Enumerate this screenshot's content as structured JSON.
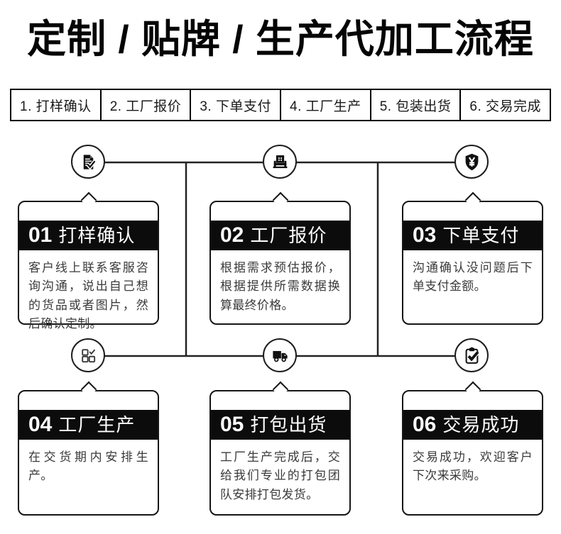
{
  "page": {
    "title": "定制 / 贴牌 / 生产代加工流程"
  },
  "steps_bar": {
    "items": [
      "1. 打样确认",
      "2. 工厂报价",
      "3. 下单支付",
      "4. 工厂生产",
      "5. 包装出货",
      "6. 交易完成"
    ]
  },
  "cards": [
    {
      "number": "01",
      "title": "打样确认",
      "desc": "客户线上联系客服咨询沟通，说出自己想的货品或者图片，然后确认定制。",
      "icon": "document-check-icon"
    },
    {
      "number": "02",
      "title": "工厂报价",
      "desc": "根据需求预估报价，根据提供所需数据换算最终价格。",
      "icon": "printing-machine-icon"
    },
    {
      "number": "03",
      "title": "下单支付",
      "desc": "沟通确认没问题后下单支付金额。",
      "icon": "yuan-shield-icon"
    },
    {
      "number": "04",
      "title": "工厂生产",
      "desc": "在交货期内安排生产。",
      "icon": "checkbox-grid-icon"
    },
    {
      "number": "05",
      "title": "打包出货",
      "desc": "工厂生产完成后，交给我们专业的打包团队安排打包发货。",
      "icon": "delivery-truck-icon"
    },
    {
      "number": "06",
      "title": "交易成功",
      "desc": "交易成功，欢迎客户下次来采购。",
      "icon": "clipboard-check-icon"
    }
  ],
  "colors": {
    "background": "#ffffff",
    "ink": "#0c0c0c",
    "connector_line": "#232323",
    "body_text": "#3a3a3a"
  }
}
